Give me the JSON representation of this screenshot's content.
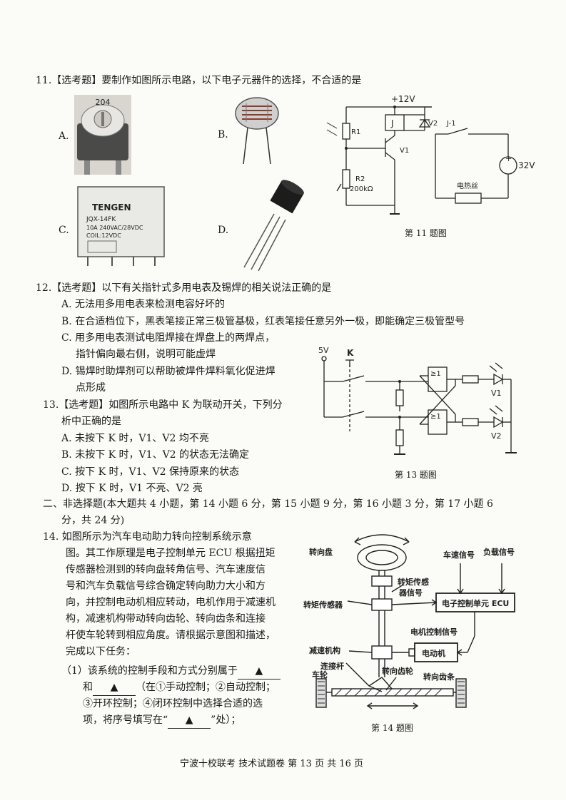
{
  "q11": {
    "stem": "11.【选考题】要制作如图所示电路，以下电子元器件的选择，不合适的是",
    "options": [
      "A.",
      "B.",
      "C.",
      "D."
    ],
    "pot_marking": "204",
    "relay_brand": "TENGEN",
    "relay_model": "JQX-14FK",
    "relay_rating1": "10A 240VAC/28VDC",
    "relay_rating2": "COIL:12VDC",
    "circuit": {
      "vcc": "+12V",
      "r1": "R1",
      "r2": "R2",
      "r2_value": "200kΩ",
      "relay": "J",
      "diode": "V2",
      "transistor": "V1",
      "switch": "J-1",
      "source": "32V",
      "heater": "电热丝"
    },
    "caption": "第 11 题图"
  },
  "q12": {
    "stem": "12.【选考题】以下有关指针式多用电表及锡焊的相关说法正确的是",
    "a": "A. 无法用多用电表来检测电容好坏的",
    "b": "B. 在合适档位下，黑表笔接正常三极管基极，红表笔接任意另外一极，即能确定三极管型号",
    "c1": "C. 用多用电表测试电阻焊接在焊盘上的两焊点，",
    "c2": "指针偏向最右侧，说明可能虚焊",
    "d1": "D. 锡焊时助焊剂可以帮助被焊件焊料氧化促进焊",
    "d2": "点形成"
  },
  "q13": {
    "stem1": "13.【选考题】如图所示电路中 K 为联动开关，下列分",
    "stem2": "析中正确的是",
    "a": "A. 未按下 K 时，V1、V2 均不亮",
    "b": "B. 未按下 K 时，V1、V2 的状态无法确定",
    "c": "C. 按下 K 时，V1、V2 保持原来的状态",
    "d": "D. 按下 K 时，V1 不亮、V2 亮",
    "circuit": {
      "vcc": "5V",
      "k": "K",
      "gate": "≥1",
      "v1": "V1",
      "v2": "V2"
    },
    "caption": "第 13 题图"
  },
  "section2": {
    "line1": "二、非选择题(本大题共 4 小题，第 14 小题 6 分，第 15 小题 9 分，第 16 小题 3 分，第 17 小题 6",
    "line2": "分，共 24 分)"
  },
  "q14": {
    "lines": [
      "14.  如图所示为汽车电动助力转向控制系统示意",
      "图。其工作原理是电子控制单元 ECU 根据扭矩",
      "传感器检测到的转向盘转角信号、汽车速度信",
      "号和汽车负载信号综合确定转向助力大小和方",
      "向，并控制电动机相应转动，电机作用于减速机",
      "构，减速机构带动转向齿轮、转向齿条和连接",
      "杆使车轮转到相应角度。请根据示意图和描述，",
      "完成以下任务："
    ],
    "sub1_a": "（1）该系统的控制手段和方式分别属于",
    "sub1_b": "和",
    "sub1_c": "（在①手动控制；②自动控制；",
    "sub1_d": "③开环控制；④闭环控制中选择合适的选",
    "sub1_e": "项，将序号填写在“",
    "sub1_f": "”处）；",
    "triangle": "▲",
    "diagram": {
      "wheel": "转向盘",
      "torque_signal1": "转矩传感",
      "torque_signal2": "器信号",
      "speed_signal": "车速信号",
      "load_signal": "负载信号",
      "torque_sensor": "转矩传感器",
      "ecu": "电子控制单元 ECU",
      "motor_signal": "电机控制信号",
      "reducer": "减速机构",
      "motor": "电动机",
      "link_rod": "连接杆",
      "pinion": "转向齿轮",
      "rack": "转向齿条",
      "car_wheel": "车轮"
    },
    "caption": "第 14 题图"
  },
  "footer": "宁波十校联考  技术试题卷  第 13 页 共 16 页"
}
